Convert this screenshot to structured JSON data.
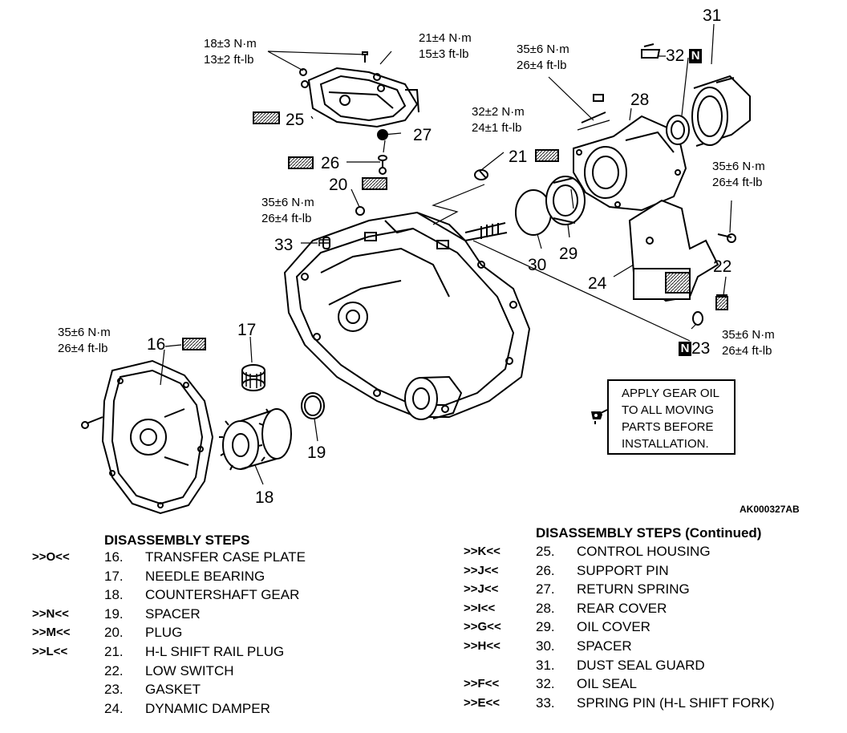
{
  "torques": {
    "t_18_3": [
      "18±3 N·m",
      "13±2 ft-lb"
    ],
    "t_21_4": [
      "21±4 N·m",
      "15±3 ft-lb"
    ],
    "t_35_top": [
      "35±6 N·m",
      "26±4 ft-lb"
    ],
    "t_32_2": [
      "32±2 N·m",
      "24±1 ft-lb"
    ],
    "t_35_right": [
      "35±6 N·m",
      "26±4 ft-lb"
    ],
    "t_35_mid": [
      "35±6 N·m",
      "26±4 ft-lb"
    ],
    "t_35_bottom_right": [
      "35±6 N·m",
      "26±4 ft-lb"
    ],
    "t_35_left": [
      "35±6 N·m",
      "26±4 ft-lb"
    ]
  },
  "callouts": {
    "c16": "16",
    "c17": "17",
    "c18": "18",
    "c19": "19",
    "c20": "20",
    "c21": "21",
    "c22": "22",
    "c23": "23",
    "c24": "24",
    "c25": "25",
    "c26": "26",
    "c27": "27",
    "c28": "28",
    "c29": "29",
    "c30": "30",
    "c31": "31",
    "c32": "32",
    "c33": "33"
  },
  "n_mark": "N",
  "note": [
    "APPLY GEAR OIL",
    "TO ALL MOVING",
    "PARTS BEFORE",
    "INSTALLATION."
  ],
  "figure_id": "AK000327AB",
  "steps_left": {
    "title": "DISASSEMBLY STEPS",
    "items": [
      {
        "code": ">>O<<",
        "num": "16.",
        "name": "TRANSFER CASE PLATE"
      },
      {
        "code": "",
        "num": "17.",
        "name": "NEEDLE BEARING"
      },
      {
        "code": "",
        "num": "18.",
        "name": "COUNTERSHAFT GEAR"
      },
      {
        "code": ">>N<<",
        "num": "19.",
        "name": "SPACER"
      },
      {
        "code": ">>M<<",
        "num": "20.",
        "name": "PLUG"
      },
      {
        "code": ">>L<<",
        "num": "21.",
        "name": "H-L SHIFT RAIL PLUG"
      },
      {
        "code": "",
        "num": "22.",
        "name": "LOW SWITCH"
      },
      {
        "code": "",
        "num": "23.",
        "name": "GASKET"
      },
      {
        "code": "",
        "num": "24.",
        "name": "DYNAMIC DAMPER"
      }
    ]
  },
  "steps_right": {
    "title": "DISASSEMBLY STEPS (Continued)",
    "items": [
      {
        "code": ">>K<<",
        "num": "25.",
        "name": "CONTROL HOUSING"
      },
      {
        "code": ">>J<<",
        "num": "26.",
        "name": "SUPPORT PIN"
      },
      {
        "code": ">>J<<",
        "num": "27.",
        "name": "RETURN SPRING"
      },
      {
        "code": ">>I<<",
        "num": "28.",
        "name": "REAR COVER"
      },
      {
        "code": ">>G<<",
        "num": "29.",
        "name": "OIL COVER"
      },
      {
        "code": ">>H<<",
        "num": "30.",
        "name": "SPACER"
      },
      {
        "code": "",
        "num": "31.",
        "name": "DUST SEAL GUARD"
      },
      {
        "code": ">>F<<",
        "num": "32.",
        "name": "OIL SEAL"
      },
      {
        "code": ">>E<<",
        "num": "33.",
        "name": "SPRING PIN (H-L SHIFT FORK)"
      }
    ]
  }
}
